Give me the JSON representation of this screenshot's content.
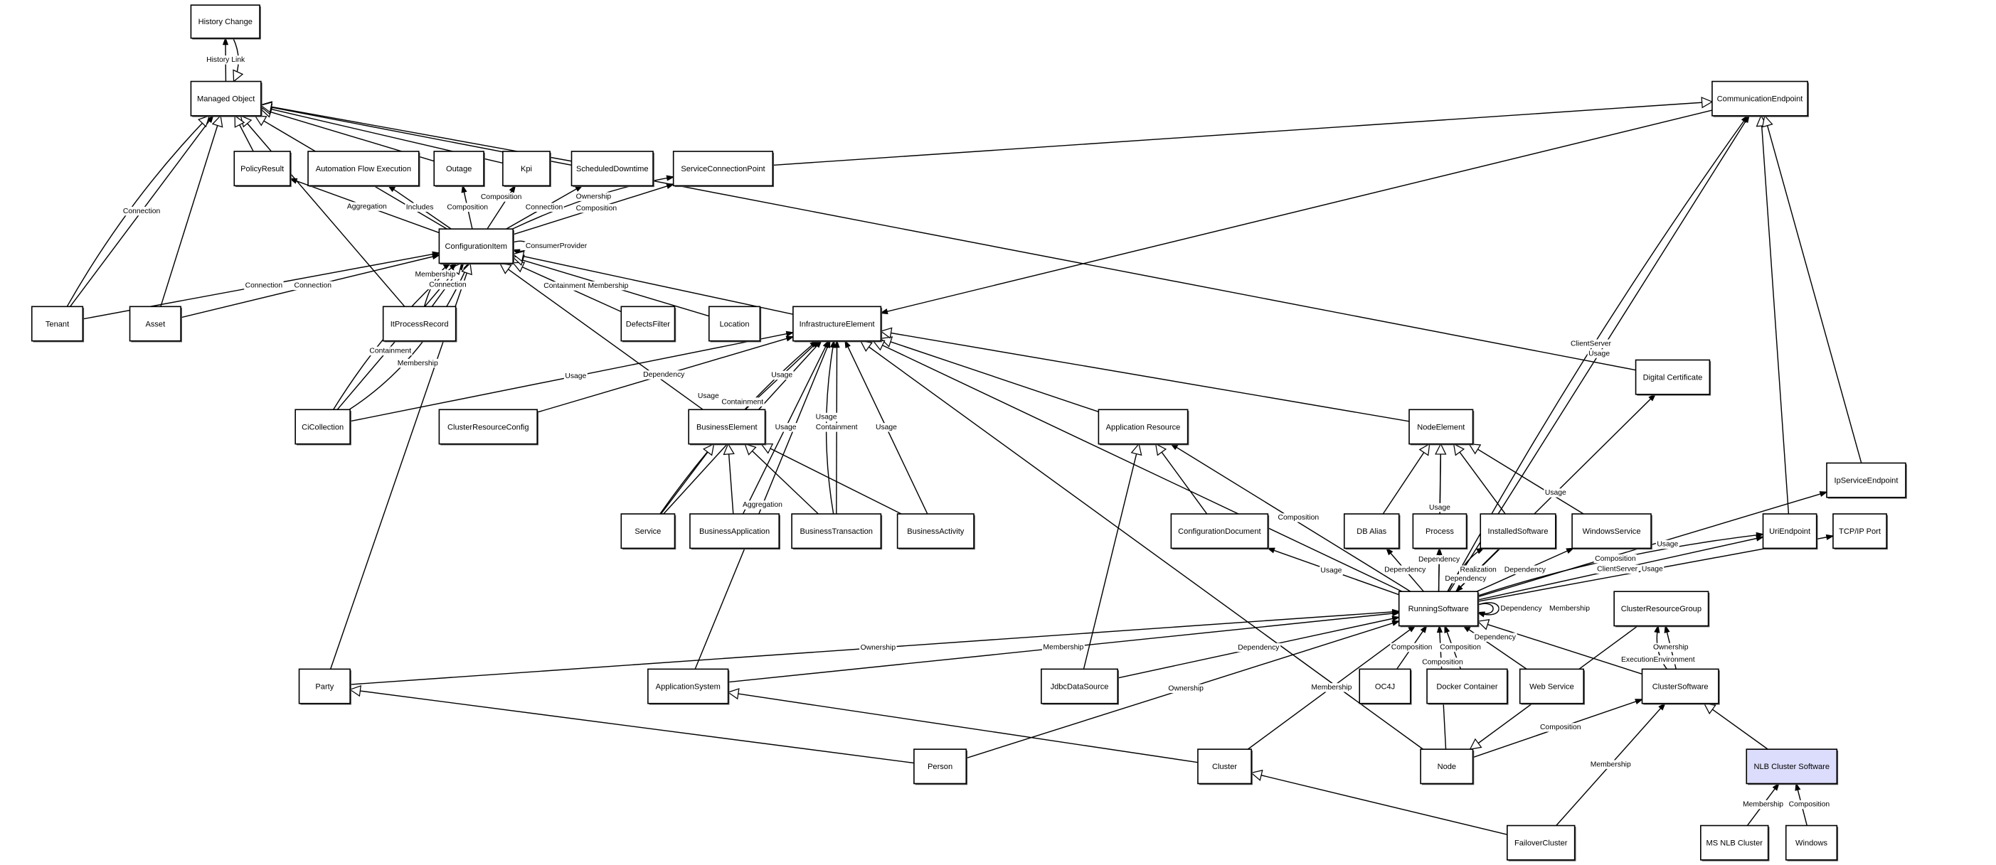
{
  "diagram": {
    "highlight_color": "#dcdcfc",
    "nodes": [
      {
        "id": "history_change",
        "label": "History Change"
      },
      {
        "id": "managed_object",
        "label": "Managed Object"
      },
      {
        "id": "policy_result",
        "label": "PolicyResult"
      },
      {
        "id": "automation_flow",
        "label": "Automation Flow Execution"
      },
      {
        "id": "outage",
        "label": "Outage"
      },
      {
        "id": "kpi",
        "label": "Kpi"
      },
      {
        "id": "scheduled_downtime",
        "label": "ScheduledDowntime"
      },
      {
        "id": "service_connection_point",
        "label": "ServiceConnectionPoint"
      },
      {
        "id": "communication_endpoint",
        "label": "CommunicationEndpoint"
      },
      {
        "id": "configuration_item",
        "label": "ConfigurationItem"
      },
      {
        "id": "tenant",
        "label": "Tenant"
      },
      {
        "id": "asset",
        "label": "Asset"
      },
      {
        "id": "it_process_record",
        "label": "ItProcessRecord"
      },
      {
        "id": "defects_filter",
        "label": "DefectsFilter"
      },
      {
        "id": "location",
        "label": "Location"
      },
      {
        "id": "infrastructure_element",
        "label": "InfrastructureElement"
      },
      {
        "id": "digital_certificate",
        "label": "Digital Certificate"
      },
      {
        "id": "ci_collection",
        "label": "CiCollection"
      },
      {
        "id": "cluster_resource_config",
        "label": "ClusterResourceConfig"
      },
      {
        "id": "business_element",
        "label": "BusinessElement"
      },
      {
        "id": "application_resource",
        "label": "Application Resource"
      },
      {
        "id": "node_element",
        "label": "NodeElement"
      },
      {
        "id": "ip_service_endpoint",
        "label": "IpServiceEndpoint"
      },
      {
        "id": "service",
        "label": "Service"
      },
      {
        "id": "business_application",
        "label": "BusinessApplication"
      },
      {
        "id": "business_transaction",
        "label": "BusinessTransaction"
      },
      {
        "id": "business_activity",
        "label": "BusinessActivity"
      },
      {
        "id": "configuration_document",
        "label": "ConfigurationDocument"
      },
      {
        "id": "db_alias",
        "label": "DB Alias"
      },
      {
        "id": "process",
        "label": "Process"
      },
      {
        "id": "installed_software",
        "label": "InstalledSoftware"
      },
      {
        "id": "windows_service",
        "label": "WindowsService"
      },
      {
        "id": "uri_endpoint",
        "label": "UriEndpoint"
      },
      {
        "id": "tcpip_port",
        "label": "TCP/IP Port"
      },
      {
        "id": "running_software",
        "label": "RunningSoftware"
      },
      {
        "id": "cluster_resource_group",
        "label": "ClusterResourceGroup"
      },
      {
        "id": "party",
        "label": "Party"
      },
      {
        "id": "application_system",
        "label": "ApplicationSystem"
      },
      {
        "id": "jdbc_data_source",
        "label": "JdbcDataSource"
      },
      {
        "id": "oc4j",
        "label": "OC4J"
      },
      {
        "id": "docker_container",
        "label": "Docker Container"
      },
      {
        "id": "web_service",
        "label": "Web Service"
      },
      {
        "id": "cluster_software",
        "label": "ClusterSoftware"
      },
      {
        "id": "person",
        "label": "Person"
      },
      {
        "id": "cluster",
        "label": "Cluster"
      },
      {
        "id": "node",
        "label": "Node"
      },
      {
        "id": "nlb_cluster_software",
        "label": "NLB Cluster Software",
        "highlighted": true
      },
      {
        "id": "failover_cluster",
        "label": "FailoverCluster"
      },
      {
        "id": "ms_nlb_cluster",
        "label": "MS NLB Cluster"
      },
      {
        "id": "windows",
        "label": "Windows"
      }
    ],
    "edges": [
      {
        "from": "managed_object",
        "to": "history_change",
        "type": "association",
        "label": "History Link"
      },
      {
        "from": "history_change",
        "to": "managed_object",
        "type": "generalization",
        "label": ""
      },
      {
        "from": "tenant",
        "to": "managed_object",
        "type": "association",
        "label": "Connection"
      },
      {
        "from": "tenant",
        "to": "managed_object",
        "type": "generalization",
        "label": ""
      },
      {
        "from": "asset",
        "to": "managed_object",
        "type": "generalization",
        "label": ""
      },
      {
        "from": "it_process_record",
        "to": "managed_object",
        "type": "generalization",
        "label": ""
      },
      {
        "from": "configuration_item",
        "to": "managed_object",
        "type": "generalization",
        "label": ""
      },
      {
        "from": "policy_result",
        "to": "managed_object",
        "type": "generalization",
        "label": ""
      },
      {
        "from": "outage",
        "to": "managed_object",
        "type": "generalization",
        "label": ""
      },
      {
        "from": "kpi",
        "to": "managed_object",
        "type": "generalization",
        "label": ""
      },
      {
        "from": "scheduled_downtime",
        "to": "managed_object",
        "type": "generalization",
        "label": ""
      },
      {
        "from": "digital_certificate",
        "to": "managed_object",
        "type": "generalization",
        "label": ""
      },
      {
        "from": "configuration_item",
        "to": "policy_result",
        "type": "association",
        "label": "Aggregation"
      },
      {
        "from": "configuration_item",
        "to": "automation_flow",
        "type": "association",
        "label": "Includes"
      },
      {
        "from": "configuration_item",
        "to": "outage",
        "type": "association",
        "label": "Composition"
      },
      {
        "from": "configuration_item",
        "to": "kpi",
        "type": "association",
        "label": "Composition"
      },
      {
        "from": "configuration_item",
        "to": "scheduled_downtime",
        "type": "association",
        "label": "Connection"
      },
      {
        "from": "configuration_item",
        "to": "service_connection_point",
        "type": "association",
        "label": "Composition"
      },
      {
        "from": "configuration_item",
        "to": "service_connection_point",
        "type": "association",
        "label": "Ownership"
      },
      {
        "from": "service_connection_point",
        "to": "communication_endpoint",
        "type": "generalization",
        "label": ""
      },
      {
        "from": "communication_endpoint",
        "to": "infrastructure_element",
        "type": "association",
        "label": ""
      },
      {
        "from": "configuration_item",
        "to": "configuration_item",
        "type": "association",
        "label": "ConsumerProvider"
      },
      {
        "from": "tenant",
        "to": "configuration_item",
        "type": "association",
        "label": "Connection"
      },
      {
        "from": "asset",
        "to": "configuration_item",
        "type": "association",
        "label": "Connection"
      },
      {
        "from": "it_process_record",
        "to": "configuration_item",
        "type": "association",
        "label": "Connection"
      },
      {
        "from": "it_process_record",
        "to": "configuration_item",
        "type": "association",
        "label": "Membership"
      },
      {
        "from": "defects_filter",
        "to": "configuration_item",
        "type": "generalization",
        "label": "Containment"
      },
      {
        "from": "location",
        "to": "configuration_item",
        "type": "generalization",
        "label": "Membership"
      },
      {
        "from": "infrastructure_element",
        "to": "configuration_item",
        "type": "generalization",
        "label": ""
      },
      {
        "from": "ci_collection",
        "to": "configuration_item",
        "type": "generalization",
        "label": ""
      },
      {
        "from": "ci_collection",
        "to": "configuration_item",
        "type": "association",
        "label": "Containment"
      },
      {
        "from": "ci_collection",
        "to": "configuration_item",
        "type": "association",
        "label": "Membership"
      },
      {
        "from": "party",
        "to": "configuration_item",
        "type": "generalization",
        "label": ""
      },
      {
        "from": "business_element",
        "to": "configuration_item",
        "type": "generalization",
        "label": ""
      },
      {
        "from": "ci_collection",
        "to": "infrastructure_element",
        "type": "association",
        "label": "Usage"
      },
      {
        "from": "cluster_resource_config",
        "to": "infrastructure_element",
        "type": "association",
        "label": "Dependency"
      },
      {
        "from": "application_system",
        "to": "infrastructure_element",
        "type": "association",
        "label": "Aggregation"
      },
      {
        "from": "service",
        "to": "infrastructure_element",
        "type": "association",
        "label": "Containment"
      },
      {
        "from": "service",
        "to": "infrastructure_element",
        "type": "association",
        "label": "Usage"
      },
      {
        "from": "business_element",
        "to": "infrastructure_element",
        "type": "association",
        "label": "Usage"
      },
      {
        "from": "business_application",
        "to": "infrastructure_element",
        "type": "association",
        "label": "Usage"
      },
      {
        "from": "business_transaction",
        "to": "infrastructure_element",
        "type": "association",
        "label": "Containment"
      },
      {
        "from": "business_transaction",
        "to": "infrastructure_element",
        "type": "association",
        "label": "Usage"
      },
      {
        "from": "business_activity",
        "to": "infrastructure_element",
        "type": "association",
        "label": "Usage"
      },
      {
        "from": "service",
        "to": "business_element",
        "type": "generalization",
        "label": ""
      },
      {
        "from": "business_application",
        "to": "business_element",
        "type": "generalization",
        "label": ""
      },
      {
        "from": "business_transaction",
        "to": "business_element",
        "type": "generalization",
        "label": ""
      },
      {
        "from": "business_activity",
        "to": "business_element",
        "type": "generalization",
        "label": ""
      },
      {
        "from": "application_resource",
        "to": "infrastructure_element",
        "type": "generalization",
        "label": ""
      },
      {
        "from": "node_element",
        "to": "infrastructure_element",
        "type": "generalization",
        "label": ""
      },
      {
        "from": "running_software",
        "to": "infrastructure_element",
        "type": "generalization",
        "label": ""
      },
      {
        "from": "node",
        "to": "infrastructure_element",
        "type": "generalization",
        "label": ""
      },
      {
        "from": "jdbc_data_source",
        "to": "application_resource",
        "type": "generalization",
        "label": ""
      },
      {
        "from": "configuration_document",
        "to": "application_resource",
        "type": "generalization",
        "label": ""
      },
      {
        "from": "running_software",
        "to": "application_resource",
        "type": "association",
        "label": "Composition"
      },
      {
        "from": "running_software",
        "to": "configuration_document",
        "type": "association",
        "label": "Usage"
      },
      {
        "from": "running_software",
        "to": "node_element",
        "type": "association",
        "label": "Usage"
      },
      {
        "from": "db_alias",
        "to": "node_element",
        "type": "generalization",
        "label": ""
      },
      {
        "from": "process",
        "to": "node_element",
        "type": "generalization",
        "label": ""
      },
      {
        "from": "installed_software",
        "to": "node_element",
        "type": "generalization",
        "label": ""
      },
      {
        "from": "windows_service",
        "to": "node_element",
        "type": "generalization",
        "label": ""
      },
      {
        "from": "running_software",
        "to": "db_alias",
        "type": "association",
        "label": "Dependency"
      },
      {
        "from": "running_software",
        "to": "process",
        "type": "association",
        "label": "Dependency"
      },
      {
        "from": "installed_software",
        "to": "running_software",
        "type": "association",
        "label": "Realization"
      },
      {
        "from": "running_software",
        "to": "installed_software",
        "type": "association",
        "label": "Dependency"
      },
      {
        "from": "running_software",
        "to": "windows_service",
        "type": "association",
        "label": "Dependency"
      },
      {
        "from": "running_software",
        "to": "digital_certificate",
        "type": "association",
        "label": "Usage"
      },
      {
        "from": "running_software",
        "to": "communication_endpoint",
        "type": "association",
        "label": "Usage"
      },
      {
        "from": "running_software",
        "to": "communication_endpoint",
        "type": "association",
        "label": "ClientServer"
      },
      {
        "from": "running_software",
        "to": "uri_endpoint",
        "type": "association",
        "label": "ClientServer"
      },
      {
        "from": "running_software",
        "to": "uri_endpoint",
        "type": "association",
        "label": "Composition"
      },
      {
        "from": "running_software",
        "to": "tcpip_port",
        "type": "association",
        "label": "Usage"
      },
      {
        "from": "running_software",
        "to": "ip_service_endpoint",
        "type": "association",
        "label": "Usage"
      },
      {
        "from": "uri_endpoint",
        "to": "communication_endpoint",
        "type": "generalization",
        "label": ""
      },
      {
        "from": "ip_service_endpoint",
        "to": "communication_endpoint",
        "type": "generalization",
        "label": ""
      },
      {
        "from": "running_software",
        "to": "running_software",
        "type": "association",
        "label": "Dependency"
      },
      {
        "from": "running_software",
        "to": "running_software",
        "type": "association",
        "label": "Membership"
      },
      {
        "from": "party",
        "to": "running_software",
        "type": "association",
        "label": "Ownership"
      },
      {
        "from": "application_system",
        "to": "running_software",
        "type": "association",
        "label": "Membership"
      },
      {
        "from": "jdbc_data_source",
        "to": "running_software",
        "type": "association",
        "label": "Dependency"
      },
      {
        "from": "person",
        "to": "running_software",
        "type": "association",
        "label": "Ownership"
      },
      {
        "from": "cluster",
        "to": "running_software",
        "type": "association",
        "label": "Membership"
      },
      {
        "from": "node",
        "to": "running_software",
        "type": "association",
        "label": "Composition"
      },
      {
        "from": "oc4j",
        "to": "running_software",
        "type": "association",
        "label": "Composition"
      },
      {
        "from": "docker_container",
        "to": "running_software",
        "type": "association",
        "label": "Composition"
      },
      {
        "from": "web_service",
        "to": "running_software",
        "type": "association",
        "label": "Dependency"
      },
      {
        "from": "cluster_software",
        "to": "running_software",
        "type": "generalization",
        "label": ""
      },
      {
        "from": "cluster_software",
        "to": "cluster_resource_group",
        "type": "association",
        "label": "Ownership"
      },
      {
        "from": "cluster_software",
        "to": "cluster_resource_group",
        "type": "association",
        "label": "ExecutionEnvironment"
      },
      {
        "from": "cluster_resource_group",
        "to": "node",
        "type": "generalization",
        "label": ""
      },
      {
        "from": "node",
        "to": "cluster_software",
        "type": "association",
        "label": "Composition"
      },
      {
        "from": "failover_cluster",
        "to": "cluster_software",
        "type": "association",
        "label": "Membership"
      },
      {
        "from": "nlb_cluster_software",
        "to": "cluster_software",
        "type": "generalization",
        "label": ""
      },
      {
        "from": "ms_nlb_cluster",
        "to": "nlb_cluster_software",
        "type": "association",
        "label": "Membership"
      },
      {
        "from": "windows",
        "to": "nlb_cluster_software",
        "type": "association",
        "label": "Composition"
      },
      {
        "from": "person",
        "to": "party",
        "type": "generalization",
        "label": ""
      },
      {
        "from": "cluster",
        "to": "application_system",
        "type": "generalization",
        "label": ""
      },
      {
        "from": "failover_cluster",
        "to": "cluster",
        "type": "generalization",
        "label": ""
      }
    ]
  }
}
